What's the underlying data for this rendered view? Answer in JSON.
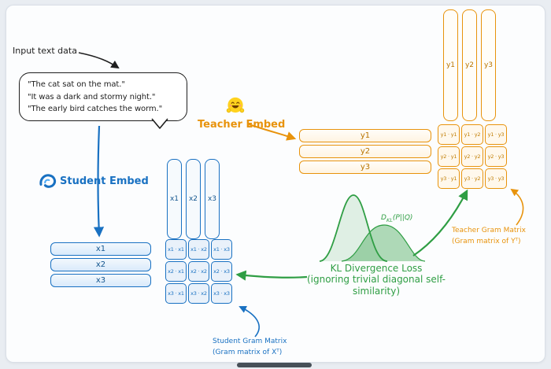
{
  "colors": {
    "ink": "#1e1e1e",
    "blue": "#1971c2",
    "orange": "#e8930c",
    "green": "#2f9e44"
  },
  "input": {
    "label": "Input text data",
    "lines": [
      "\"The cat sat on the mat.\"",
      "\"It was a dark and stormy night.\"",
      "\"The early bird catches the worm.\""
    ]
  },
  "teacher": {
    "embed_label": "Teacher Embed",
    "icon": "hugging-face-emoji",
    "rows": [
      "y1",
      "y2",
      "y3"
    ],
    "columns": [
      "y1",
      "y2",
      "y3"
    ],
    "gram": [
      [
        "y1 · y1",
        "y1 · y2",
        "y1 · y3"
      ],
      [
        "y2 · y1",
        "y2 · y2",
        "y2 · y3"
      ],
      [
        "y3 · y1",
        "y3 · y2",
        "y3 · y3"
      ]
    ],
    "caption": [
      "Teacher Gram Matrix",
      "(Gram matrix of Yᵀ)"
    ]
  },
  "student": {
    "embed_label": "Student Embed",
    "icon": "swirl-logo",
    "rows": [
      "x1",
      "x2",
      "x3"
    ],
    "columns": [
      "x1",
      "x2",
      "x3"
    ],
    "gram": [
      [
        "x1 · x1",
        "x1 · x2",
        "x1 · x3"
      ],
      [
        "x2 · x1",
        "x2 · x2",
        "x2 · x3"
      ],
      [
        "x3 · x1",
        "x3 · x2",
        "x3 · x3"
      ]
    ],
    "caption": [
      "Student Gram Matrix",
      "(Gram matrix of Xᵀ)"
    ]
  },
  "kl": {
    "formula_d": "D",
    "formula_sub": "KL",
    "formula_rest": "(P||Q)",
    "loss_lines": [
      "KL Divergence Loss",
      "(ignoring trivial diagonal self-",
      "similarity)"
    ]
  }
}
